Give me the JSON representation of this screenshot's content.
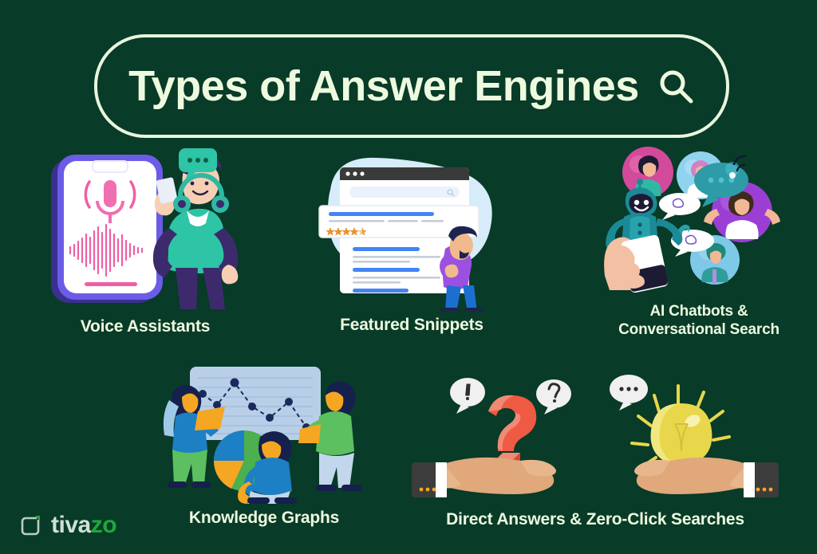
{
  "page": {
    "background_color": "#083b28",
    "text_color": "#eefadf",
    "accent_green": "#1ea83c"
  },
  "header": {
    "title": "Types of Answer Engines",
    "search_icon": "magnifier-icon",
    "border_color": "#e8f6dd"
  },
  "cards": [
    {
      "id": "voice-assistants",
      "label": "Voice Assistants",
      "label_lines": [
        "Voice Assistants"
      ],
      "illustration": "phone-microphone-waveform-person-headphones",
      "colors": {
        "phone_frame": "#6b5ce7",
        "screen": "#ffffff",
        "mic": "#f06fb0",
        "waveform": "#ef5fa5",
        "hoodie": "#2ec4a6",
        "hair": "#3d2a6d",
        "bubble": "#2ec4a6"
      }
    },
    {
      "id": "featured-snippets",
      "label": "Featured Snippets",
      "label_lines": [
        "Featured Snippets"
      ],
      "illustration": "browser-window-snippet-card-stars-person",
      "colors": {
        "blob": "#d6ecfa",
        "window": "#ffffff",
        "titlebar": "#3a3a3a",
        "link": "#4285f4",
        "stars": "#e8912d",
        "shirt": "#9b51e0",
        "pants": "#1c6fd0"
      },
      "stars": {
        "rating": 4.5,
        "total": 5
      }
    },
    {
      "id": "ai-chatbots",
      "label": "AI Chatbots & Conversational Search",
      "label_lines": [
        "AI Chatbots &",
        "Conversational Search"
      ],
      "illustration": "robot-from-phone-with-avatar-bubbles",
      "colors": {
        "robot": "#1b8a96",
        "hand": "#f3c0a4",
        "avatar_pink": "#d44a9b",
        "avatar_lightblue": "#8fd3ee",
        "avatar_purple": "#9b3fd4",
        "avatar_blue": "#7ec8e8",
        "speech": "#ffffff"
      }
    },
    {
      "id": "knowledge-graphs",
      "label": "Knowledge Graphs",
      "label_lines": [
        "Knowledge Graphs"
      ],
      "illustration": "whiteboard-line-chart-pie-chart-three-people",
      "colors": {
        "board": "#b9cfe8",
        "line": "#1b2a5e",
        "pie_green": "#4caf50",
        "pie_blue": "#1d7fc4",
        "pie_orange": "#f5a623",
        "person_green": "#5cbf60",
        "person_blue": "#1d7fc4",
        "hair": "#16204d"
      },
      "chart_data": {
        "type": "line",
        "points": [
          1,
          3,
          5,
          2,
          4,
          2,
          1
        ],
        "nodes": 7
      },
      "pie_data": {
        "type": "pie",
        "slices": [
          {
            "name": "green",
            "value": 55
          },
          {
            "name": "blue",
            "value": 25
          },
          {
            "name": "orange",
            "value": 20
          }
        ]
      }
    },
    {
      "id": "direct-answers",
      "label": "Direct Answers & Zero-Click Searches",
      "label_lines": [
        "Direct Answers & Zero-Click Searches"
      ],
      "illustration": "two-hands-question-mark-and-lightbulb",
      "colors": {
        "question_mark": "#ef5a45",
        "question_mark_shade": "#f08a74",
        "bulb": "#e8d74a",
        "bulb_rays": "#e8d74a",
        "skin": "#e0a87b",
        "suit": "#3c3c3c",
        "cuff": "#ffffff"
      },
      "bubbles": [
        "!",
        "?",
        "..."
      ]
    }
  ],
  "footer": {
    "logo_mark": "tivazo-square-icon",
    "brand_part_1": "tiva",
    "brand_part_2": "zo"
  }
}
